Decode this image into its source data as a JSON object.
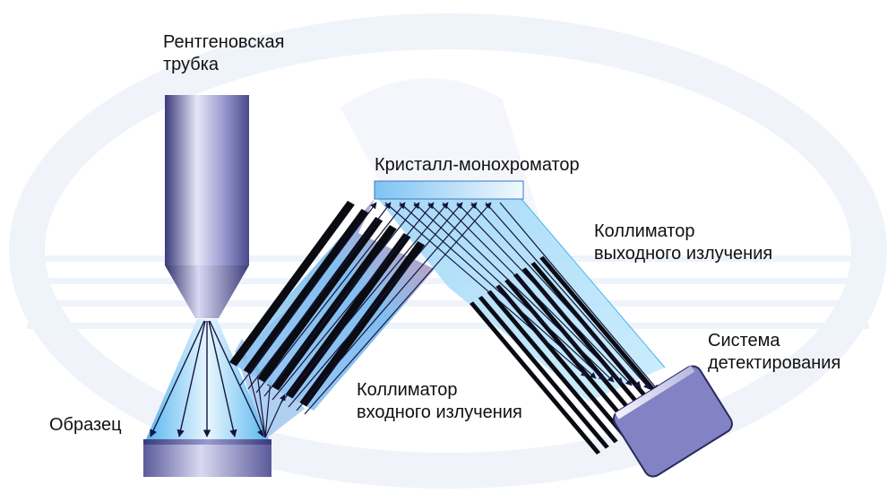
{
  "labels": {
    "xray_tube": [
      "Рентгеновская",
      "трубка"
    ],
    "crystal": "Кристалл-монохроматор",
    "exit_collimator": [
      "Коллиматор",
      "выходного излучения"
    ],
    "detector": [
      "Система",
      "детектирования"
    ],
    "entrance_collimator": [
      "Коллиматор",
      "входного излучения"
    ],
    "sample": "Образец"
  },
  "colors": {
    "tube_light": "#e6e6f8",
    "tube_mid": "#9a9ad0",
    "tube_dark": "#3a3a7a",
    "beam": "#a8ddf8",
    "beam_edge": "#4ab2ee",
    "beam_warm": "#d27aa0",
    "collimator_bar": "#0b0b12",
    "ray": "#14143e",
    "crystal_light": "#f2f9fe",
    "crystal_blue": "#7ec3f3",
    "detector_fill": "#8282c4",
    "detector_edge": "#2a2a62",
    "watermark": "#eef2fa"
  }
}
